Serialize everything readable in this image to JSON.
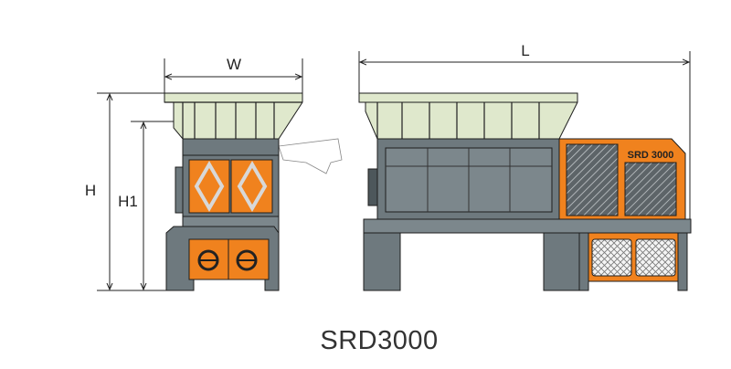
{
  "dimensions": {
    "width_label": "W",
    "length_label": "L",
    "height_label": "H",
    "height1_label": "H1"
  },
  "model": {
    "title": "SRD3000",
    "nameplate": "SRD 3000"
  },
  "colors": {
    "hopper": "#dfe8cc",
    "body": "#6e797e",
    "body_dark": "#4d575b",
    "accent": "#f0821e",
    "line": "#1e1e1e"
  }
}
